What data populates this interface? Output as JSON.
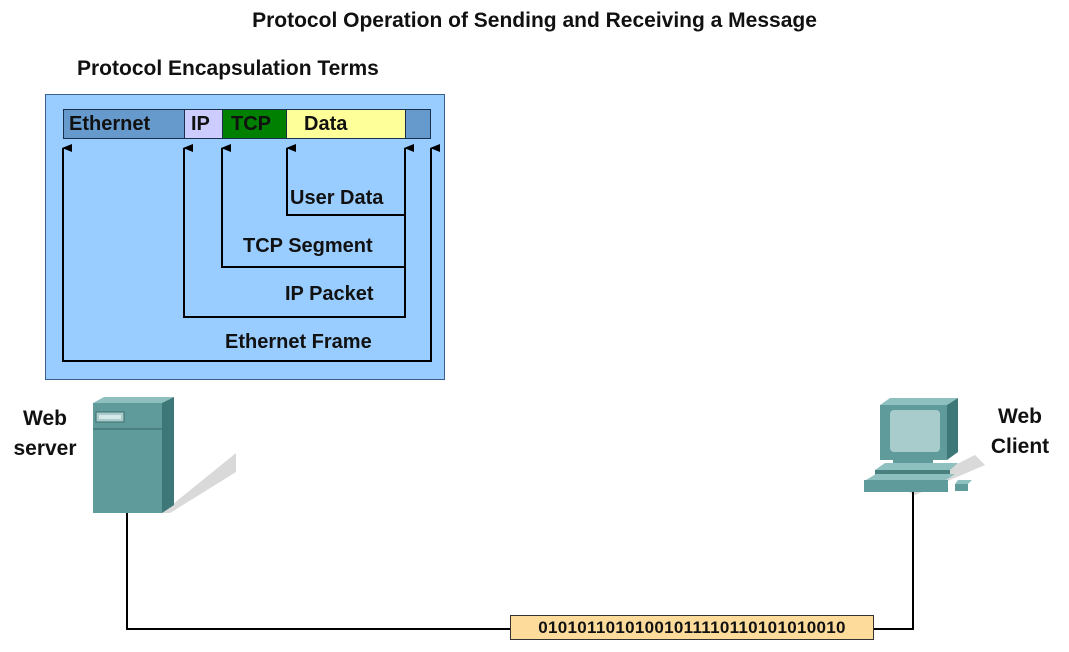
{
  "title": "Protocol Operation of Sending and Receiving a Message",
  "encapsulation": {
    "heading": "Protocol Encapsulation Terms",
    "header_segments": [
      "Ethernet",
      "IP",
      "TCP",
      "Data"
    ],
    "terms": {
      "user_data": "User Data",
      "tcp_segment": "TCP Segment",
      "ip_packet": "IP Packet",
      "ethernet_frame": "Ethernet Frame"
    }
  },
  "devices": {
    "server_label": "Web\nserver",
    "client_label": "Web\nClient"
  },
  "bitstream": "01010110101001011110110101010010",
  "colors": {
    "panel_bg": "#99ccff",
    "ethernet": "#6699cc",
    "ip": "#ccccff",
    "tcp": "#008000",
    "data": "#ffff99",
    "bitstream_bg": "#fddc9b",
    "device_body": "#5f9b9b"
  }
}
